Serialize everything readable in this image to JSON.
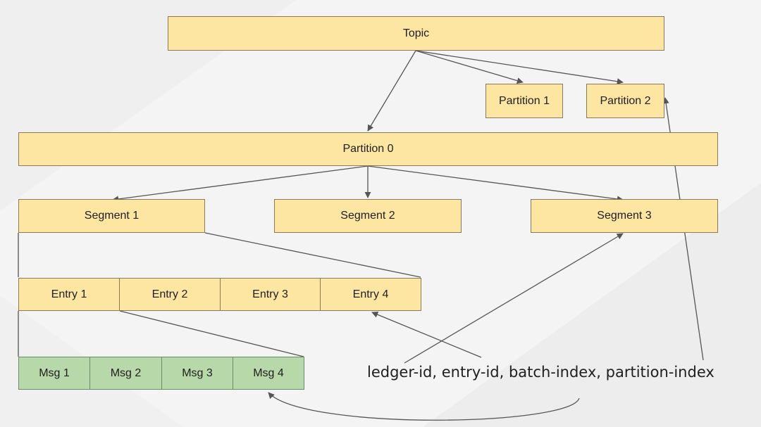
{
  "topic": "Topic",
  "partitions": [
    "Partition 0",
    "Partition 1",
    "Partition 2"
  ],
  "segments": [
    "Segment 1",
    "Segment 2",
    "Segment 3"
  ],
  "entries": [
    "Entry 1",
    "Entry 2",
    "Entry 3",
    "Entry 4"
  ],
  "messages": [
    "Msg 1",
    "Msg 2",
    "Msg 3",
    "Msg 4"
  ],
  "caption": "ledger-id, entry-id, batch-index, partition-index",
  "colors": {
    "node_fill": "#fde5a2",
    "message_fill": "#b7d8a9",
    "line": "#555555",
    "background": "#f4f4f4"
  }
}
